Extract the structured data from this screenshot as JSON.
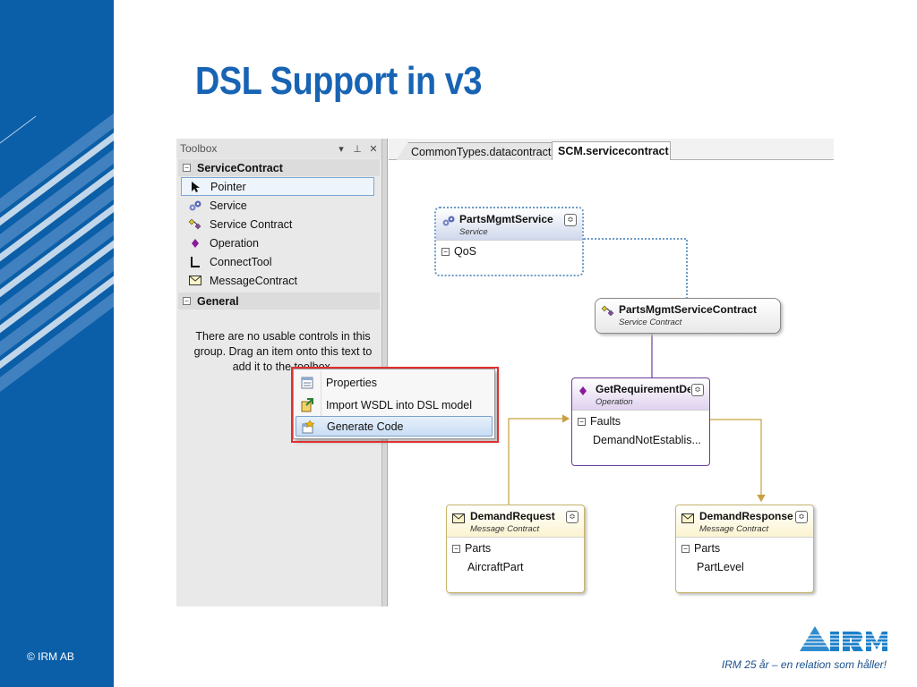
{
  "slide": {
    "title": "DSL Support in v3",
    "copyright": "© IRM AB",
    "tagline": "IRM 25 år – en relation som håller!",
    "logo_text": "IRM",
    "brand_color": "#0b5ea8",
    "title_color": "#1864b4"
  },
  "toolbox": {
    "title": "Toolbox",
    "controls": {
      "dropdown": "▾",
      "pin": "⊥",
      "close": "✕"
    },
    "groups": [
      {
        "label": "ServiceContract",
        "expander": "⊟",
        "items": [
          {
            "label": "Pointer",
            "icon": "pointer-icon",
            "selected": true
          },
          {
            "label": "Service",
            "icon": "service-icon"
          },
          {
            "label": "Service Contract",
            "icon": "service-contract-icon"
          },
          {
            "label": "Operation",
            "icon": "operation-icon"
          },
          {
            "label": "ConnectTool",
            "icon": "connect-tool-icon"
          },
          {
            "label": "MessageContract",
            "icon": "message-contract-icon"
          }
        ]
      },
      {
        "label": "General",
        "expander": "⊟",
        "empty_text": "There are no usable controls in this group. Drag an item onto this text to add it to the toolbox."
      }
    ]
  },
  "tabs": [
    {
      "label": "CommonTypes.datacontract",
      "active": false
    },
    {
      "label": "SCM.servicecontract",
      "active": true
    }
  ],
  "diagram": {
    "service": {
      "name": "PartsMgmtService",
      "kind": "Service",
      "compartment": "QoS",
      "icon": "service-icon"
    },
    "service_contract": {
      "name": "PartsMgmtServiceContract",
      "kind": "Service Contract",
      "icon": "service-contract-icon"
    },
    "operation": {
      "name": "GetRequirementDe",
      "kind": "Operation",
      "compartment": "Faults",
      "child": "DemandNotEstablis...",
      "icon": "operation-icon"
    },
    "demand_request": {
      "name": "DemandRequest",
      "kind": "Message Contract",
      "compartment": "Parts",
      "child": "AircraftPart",
      "icon": "message-contract-icon"
    },
    "demand_response": {
      "name": "DemandResponse",
      "kind": "Message Contract",
      "compartment": "Parts",
      "child": "PartLevel",
      "icon": "message-contract-icon"
    },
    "collapse_glyph": "≎",
    "compartment_glyph": "−"
  },
  "context_menu": {
    "items": [
      {
        "label": "Properties",
        "icon": "properties-icon"
      },
      {
        "label": "Import WSDL into DSL model",
        "icon": "import-wsdl-icon"
      },
      {
        "label": "Generate Code",
        "icon": "generate-code-icon",
        "active": true
      }
    ]
  }
}
